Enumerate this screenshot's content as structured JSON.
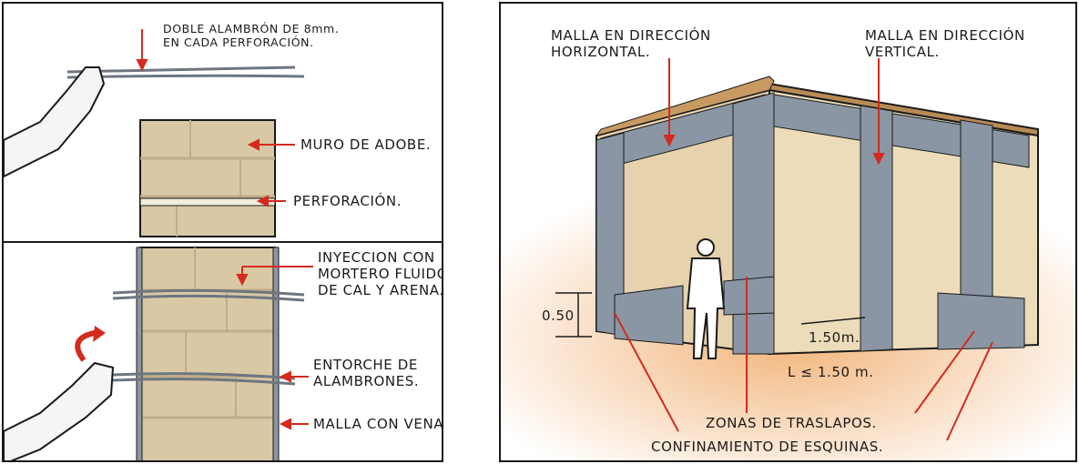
{
  "left": {
    "label_doble": [
      "DOBLE ALAMBRÓN DE 8mm.",
      "EN CADA PERFORACIÓN."
    ],
    "label_muro": "MURO DE ADOBE.",
    "label_perforacion": "PERFORACIÓN.",
    "label_inyeccion": [
      "INYECCION CON",
      "MORTERO FLUIDO",
      "DE CAL Y ARENA."
    ],
    "label_entorche": [
      "ENTORCHE DE",
      "ALAMBRONES."
    ],
    "label_malla": "MALLA CON VENA."
  },
  "right": {
    "label_horizontal": [
      "MALLA EN DIRECCIÓN",
      "HORIZONTAL."
    ],
    "label_vertical": [
      "MALLA EN DIRECCIÓN",
      "VERTICAL."
    ],
    "dim_050": "0.50",
    "dim_150": "1.50m.",
    "dim_L": "L ≤ 1.50 m.",
    "label_traslapos": "ZONAS DE TRASLAPOS.",
    "label_confinamiento": "CONFINAMIENTO DE ESQUINAS."
  },
  "colors": {
    "adobe": "#d9c8a4",
    "adobe_joint": "#bfae88",
    "mesh": "#8a96a3",
    "wall_top": "#b88a55",
    "floor": "#f2b47a",
    "arrow_red": "#d42a1f",
    "ink": "#1a1a1a"
  }
}
